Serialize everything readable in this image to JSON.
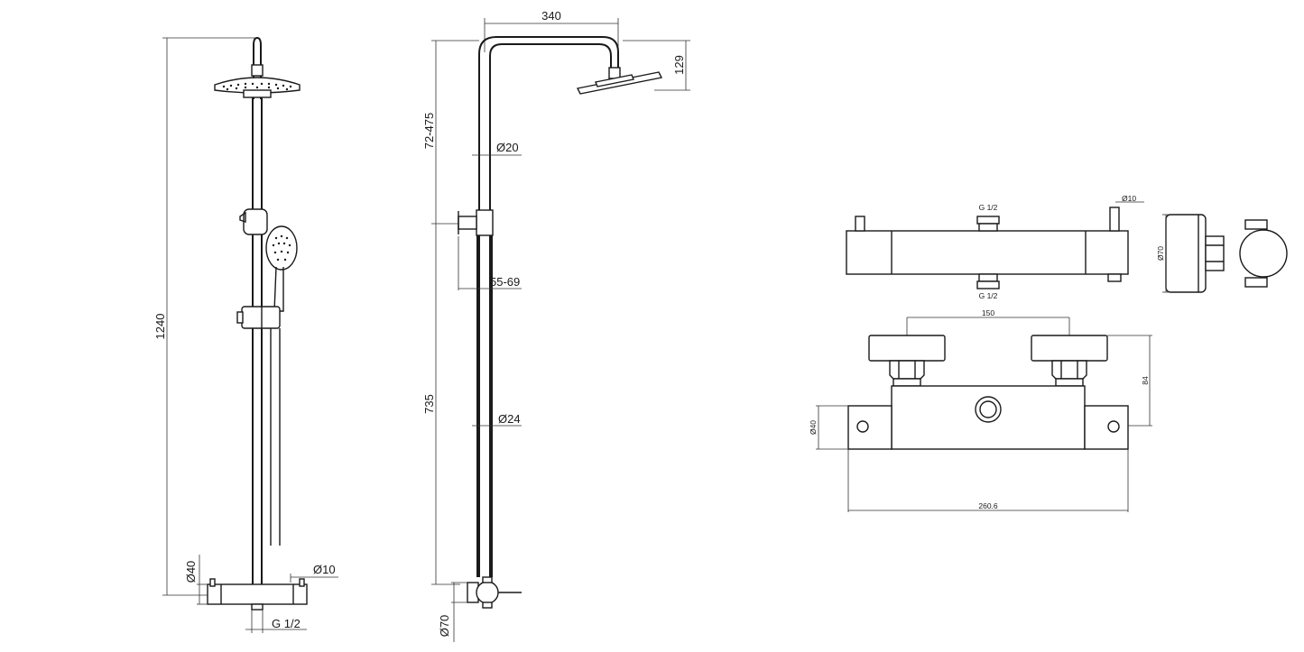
{
  "front_view": {
    "height": "1240",
    "d_pipe_base": "Ø40",
    "d_outlet": "Ø10",
    "thread": "G 1/2"
  },
  "side_view": {
    "arm_length": "340",
    "head_drop": "129",
    "adjust_range": "72-475",
    "d_upper": "Ø20",
    "slide_range": "55-69",
    "lower_length": "735",
    "d_lower": "Ø24",
    "d_base": "Ø70"
  },
  "valve_top": {
    "thread_top": "G 1/2",
    "thread_bottom": "G 1/2",
    "d_outlet": "Ø10"
  },
  "valve_side": {
    "d_body": "Ø70"
  },
  "valve_front": {
    "centers": "150",
    "depth": "84",
    "d_body": "Ø40",
    "length": "260.6"
  }
}
